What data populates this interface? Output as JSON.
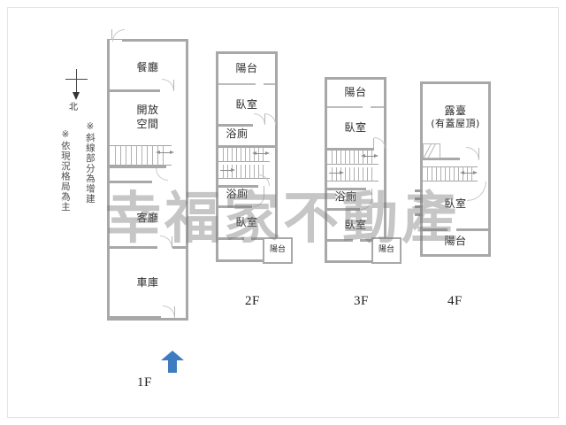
{
  "document": {
    "type": "floor-plan",
    "watermark": "幸福家不動產",
    "compass": {
      "label": "北",
      "direction": "down"
    },
    "notes": [
      "※斜線部分為增建",
      "※依現況格局為主"
    ]
  },
  "colors": {
    "wall": "#a8a8a8",
    "wall_light": "#bdbdbd",
    "room_fill": "#ffffff",
    "highlight_fill": "#eaf1ea",
    "entry_arrow": "#3d7cc0",
    "watermark": "#787878",
    "text": "#2b2b2b",
    "frame": "#e4e4e4"
  },
  "floors": [
    {
      "id": "1F",
      "caption": "1F",
      "rooms": [
        {
          "name": "餐廳",
          "key": "dining-room"
        },
        {
          "name": "開放\n空間",
          "key": "open-space",
          "line1": "開放",
          "line2": "空間"
        },
        {
          "name": "客廳",
          "key": "living-room"
        },
        {
          "name": "車庫",
          "key": "garage",
          "highlight": true
        }
      ],
      "has_entry_arrow": true,
      "stairs": 1
    },
    {
      "id": "2F",
      "caption": "2F",
      "rooms": [
        {
          "name": "陽台",
          "key": "balcony-top"
        },
        {
          "name": "臥室",
          "key": "bedroom-top"
        },
        {
          "name": "浴廁",
          "key": "bathroom-upper"
        },
        {
          "name": "浴廁",
          "key": "bathroom-lower"
        },
        {
          "name": "臥室",
          "key": "bedroom-bottom"
        },
        {
          "name": "陽台",
          "key": "balcony-bottom-small",
          "small": true
        }
      ],
      "stairs": 1
    },
    {
      "id": "3F",
      "caption": "3F",
      "rooms": [
        {
          "name": "陽台",
          "key": "balcony-top"
        },
        {
          "name": "臥室",
          "key": "bedroom-top"
        },
        {
          "name": "浴廁",
          "key": "bathroom"
        },
        {
          "name": "臥室",
          "key": "bedroom-bottom"
        },
        {
          "name": "陽台",
          "key": "balcony-bottom-small",
          "small": true
        }
      ],
      "stairs": 1
    },
    {
      "id": "4F",
      "caption": "4F",
      "rooms": [
        {
          "name": "露臺\n(有蓋屋頂)",
          "key": "terrace",
          "line1": "露臺",
          "line2": "(有蓋屋頂)",
          "highlight": true
        },
        {
          "name": "臥室",
          "key": "bedroom"
        },
        {
          "name": "陽台",
          "key": "balcony-bottom"
        }
      ],
      "stairs": 1
    }
  ]
}
